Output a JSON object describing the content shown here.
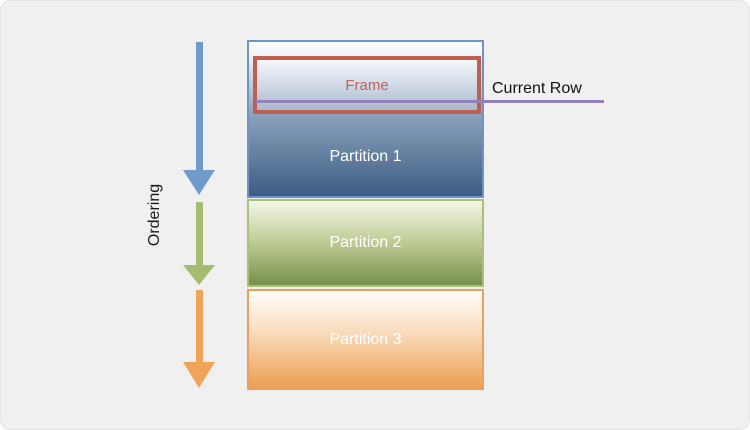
{
  "diagram": {
    "background_color": "#f0f0f0",
    "ordering_axis": {
      "label": "Ordering",
      "arrows": [
        {
          "name": "ordering-arrow-blue",
          "color": "#6f9bcc"
        },
        {
          "name": "ordering-arrow-green",
          "color": "#a3bc6f"
        },
        {
          "name": "ordering-arrow-orange",
          "color": "#f0a457"
        }
      ]
    },
    "frame": {
      "label": "Frame",
      "border_color": "#c05f50",
      "text_color": "#c4615c"
    },
    "current_row": {
      "label": "Current Row",
      "line_color": "#9480b8"
    },
    "partitions": [
      {
        "label": "Partition 1",
        "border_color": "#6e93c5",
        "gradient_top": "#fdfdfe",
        "gradient_bottom": "#3d5c85"
      },
      {
        "label": "Partition 2",
        "border_color": "#a9c077",
        "gradient_top": "#f4f7ea",
        "gradient_bottom": "#78904a"
      },
      {
        "label": "Partition 3",
        "border_color": "#eda05a",
        "gradient_top": "#fffefb",
        "gradient_bottom": "#eb9f53"
      }
    ]
  }
}
